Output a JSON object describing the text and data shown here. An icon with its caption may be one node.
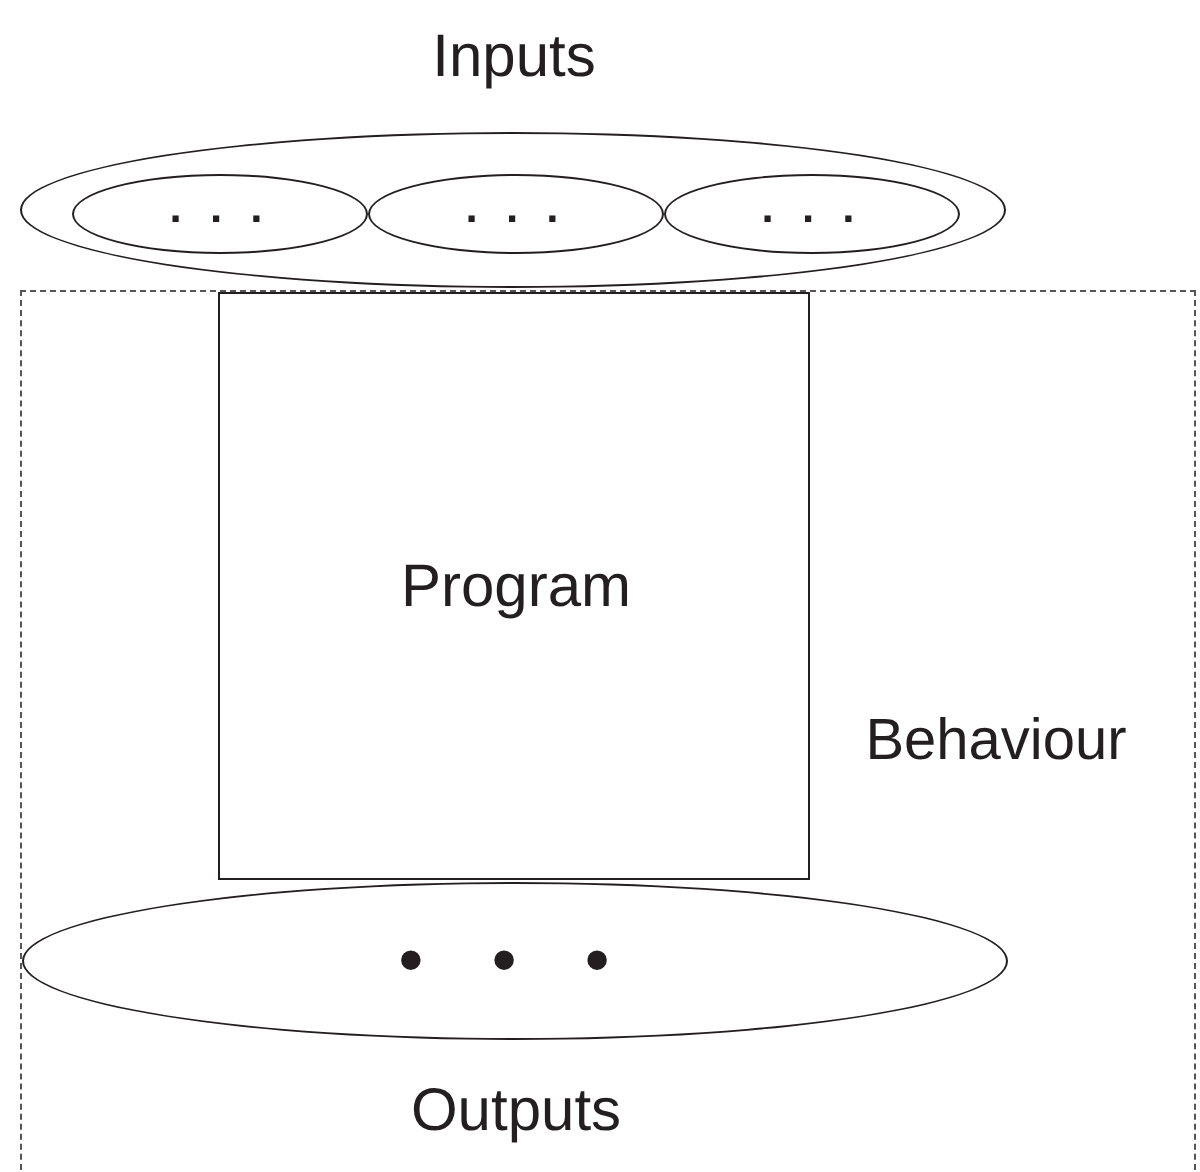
{
  "diagram": {
    "nodes": [
      {
        "text": [
          "Inputs"
        ]
      },
      {
        "text": [
          ". . ."
        ],
        "in": 0
      },
      {
        "text": [
          ". . ."
        ],
        "in": 0
      },
      {
        "text": [
          ". . ."
        ],
        "in": 0
      },
      {
        "text": [
          "Behaviour"
        ]
      },
      {
        "text": [
          "Program"
        ],
        "in": 4
      },
      {
        "text": [
          "• • •",
          "Outputs"
        ],
        "in": 4
      }
    ]
  }
}
